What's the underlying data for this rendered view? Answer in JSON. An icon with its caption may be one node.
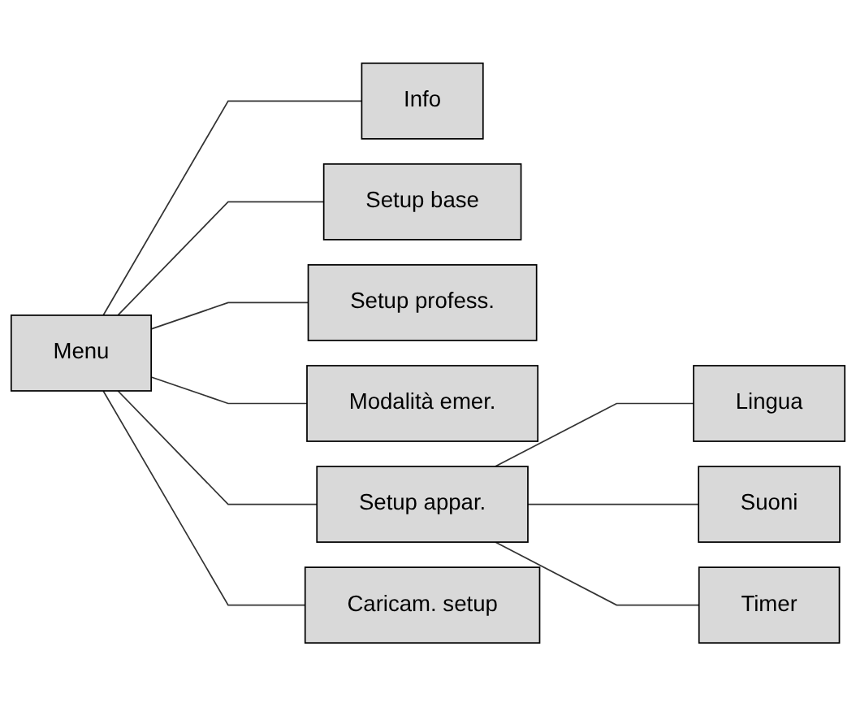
{
  "diagram": {
    "nodes": [
      {
        "text": [
          "Menu"
        ]
      },
      {
        "text": [
          "Info"
        ]
      },
      {
        "text": [
          "Setup base"
        ]
      },
      {
        "text": [
          "Setup profess."
        ]
      },
      {
        "text": [
          "Modalità emer."
        ]
      },
      {
        "text": [
          "Setup appar."
        ]
      },
      {
        "text": [
          "Caricam. setup"
        ]
      },
      {
        "text": [
          "Lingua"
        ]
      },
      {
        "text": [
          "Suoni"
        ]
      },
      {
        "text": [
          "Timer"
        ]
      }
    ],
    "edges": [
      {
        "from": 0,
        "to": 1,
        "arrow": "none"
      },
      {
        "from": 0,
        "to": 2,
        "arrow": "none"
      },
      {
        "from": 0,
        "to": 3,
        "arrow": "none"
      },
      {
        "from": 0,
        "to": 4,
        "arrow": "none"
      },
      {
        "from": 0,
        "to": 5,
        "arrow": "none"
      },
      {
        "from": 0,
        "to": 6,
        "arrow": "none"
      },
      {
        "from": 5,
        "to": 7,
        "arrow": "none"
      },
      {
        "from": 5,
        "to": 8,
        "arrow": "none"
      },
      {
        "from": 5,
        "to": 9,
        "arrow": "none"
      }
    ]
  }
}
